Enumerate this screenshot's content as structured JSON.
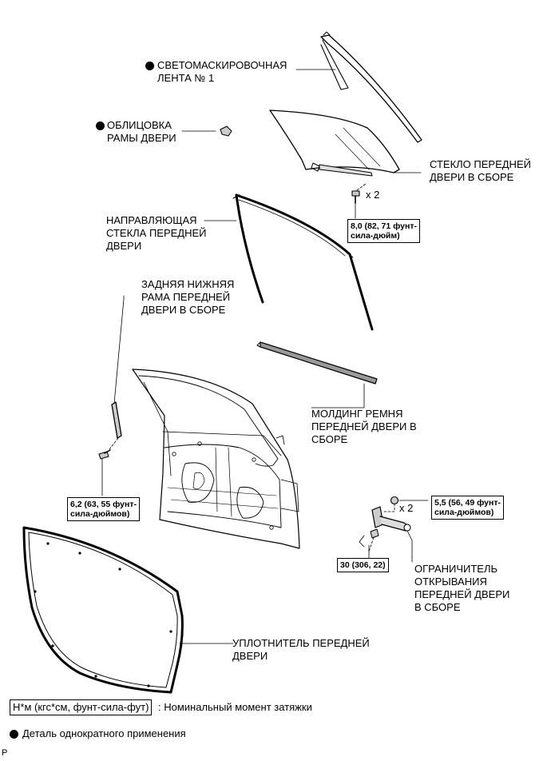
{
  "labels": {
    "light_shield_tape": [
      "СВЕТОМАСКИРОВОЧНАЯ",
      "ЛЕНТА № 1"
    ],
    "door_frame_garnish": [
      "ОБЛИЦОВКА",
      "РАМЫ ДВЕРИ"
    ],
    "front_door_glass": [
      "СТЕКЛО ПЕРЕДНЕЙ",
      "ДВЕРИ В СБОРЕ"
    ],
    "front_door_glass_run": [
      "НАПРАВЛЯЮЩАЯ",
      "СТЕКЛА ПЕРЕДНЕЙ",
      "ДВЕРИ"
    ],
    "rear_lower_frame": [
      "ЗАДНЯЯ НИЖНЯЯ",
      "РАМА ПЕРЕДНЕЙ",
      "ДВЕРИ В СБОРЕ"
    ],
    "belt_moulding": [
      "МОЛДИНГ РЕМНЯ",
      "ПЕРЕДНЕЙ ДВЕРИ В",
      "СБОРЕ"
    ],
    "door_check": [
      "ОГРАНИЧИТЕЛЬ",
      "ОТКРЫВАНИЯ",
      "ПЕРЕДНЕЙ ДВЕРИ",
      "В СБОРЕ"
    ],
    "weatherstrip": [
      "УПЛОТНИТЕЛЬ ПЕРЕДНЕЙ",
      "ДВЕРИ"
    ]
  },
  "torques": {
    "glass_bolt": [
      "8,0 (82, 71 фунт-",
      "сила-дюйм)"
    ],
    "frame_bolt": [
      "6,2 (63, 55 фунт-",
      "сила-дюймов)"
    ],
    "check_nut": [
      "5,5 (56, 49 фунт-",
      "сила-дюймов)"
    ],
    "check_bolt": [
      "30 (306, 22)"
    ]
  },
  "quantities": {
    "glass_bolts": "x 2",
    "check_nuts": "x 2"
  },
  "legend": {
    "torque_units": "Н*м (кгс*см, фунт-сила-фут)",
    "torque_desc": ": Номинальный момент затяжки",
    "non_reusable": "Деталь однократного применения"
  },
  "corner_mark": "P"
}
